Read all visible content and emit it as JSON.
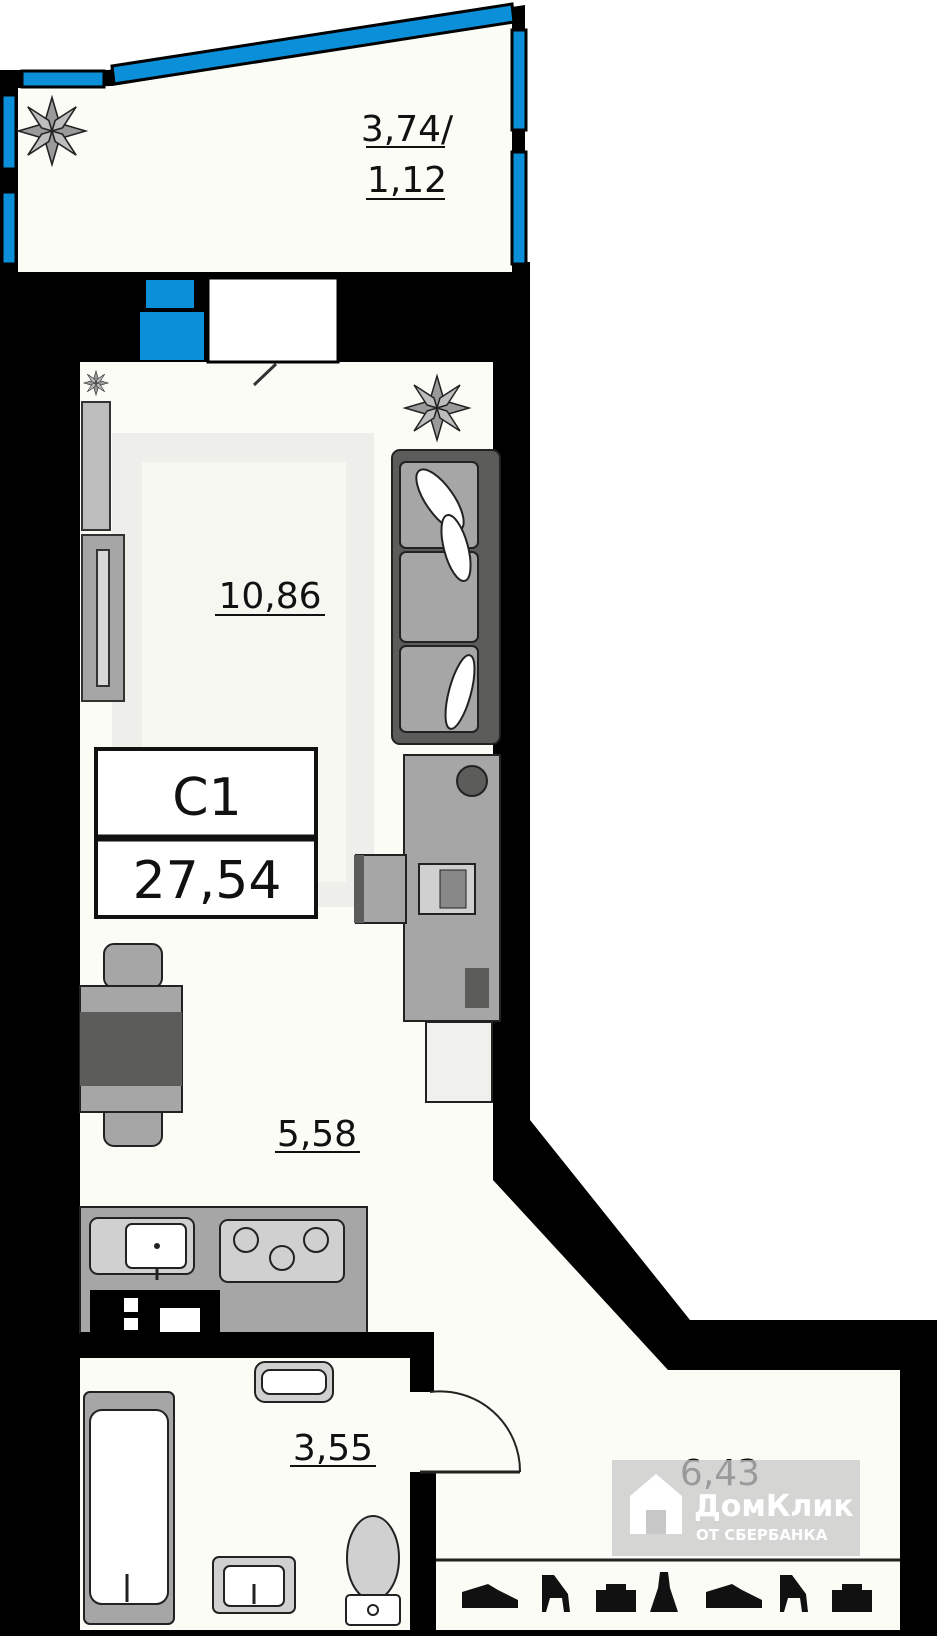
{
  "plan": {
    "balcony_area_line1": "3,74/",
    "balcony_area_line2": "1,12",
    "living_area": "10,86",
    "kitchen_area": "5,58",
    "bath_area": "3,55",
    "hall_area": "6,43",
    "apartment_type": "С1",
    "total_area": "27,54"
  },
  "watermark": {
    "brand": "ДомКлик",
    "subtitle": "ОТ СБЕРБАНКА"
  },
  "colors": {
    "wall": "#000000",
    "floor": "#fcfcf6",
    "window": "#0a8fd8",
    "furniture": "#a6a6a6",
    "furniture_dark": "#5c5c5a"
  },
  "icons": [
    "plant-icon",
    "sneaker-icon",
    "heel-icon",
    "suitcase-icon",
    "dress-icon"
  ]
}
